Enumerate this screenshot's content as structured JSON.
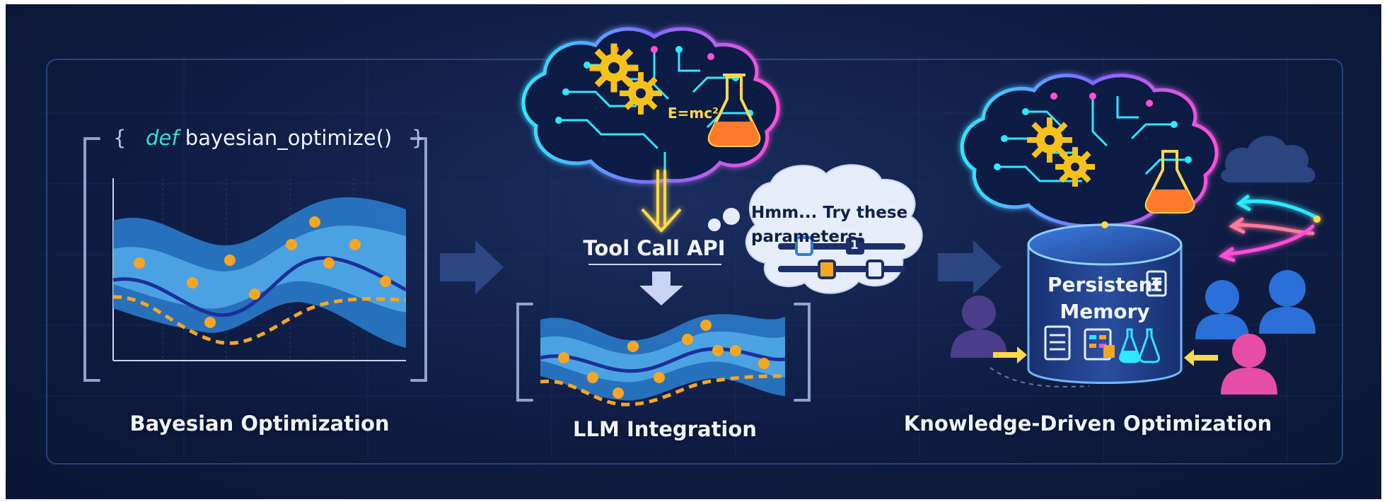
{
  "panels": {
    "left": {
      "code_keyword": "def",
      "code_text": "bayesian_optimize()",
      "brace_open": "{",
      "brace_close": "}",
      "caption": "Bayesian Optimization"
    },
    "middle": {
      "formula": "E=mc²",
      "tool_call_label": "Tool Call API",
      "caption": "LLM Integration",
      "thought_line1": "Hmm... Try these",
      "thought_line2": "parameters:",
      "slider_value": "1"
    },
    "right": {
      "memory_line1": "Persistent",
      "memory_line2": "Memory",
      "caption": "Knowledge-Driven Optimization"
    }
  },
  "colors": {
    "background": "#0f1d44",
    "curve_band": "#3aa0e8",
    "mean_line": "#1c2f9a",
    "dashed_line": "#f5a623",
    "points": "#f5a623",
    "brain_neon": "#ff4fd8",
    "brain_cyan": "#2ee8ff",
    "gear": "#f6c21a"
  },
  "icons": [
    "brain-circuit-icon",
    "gear-icon",
    "flask-icon",
    "thought-cloud-icon",
    "slider-icon",
    "database-icon",
    "document-icon",
    "user-icon",
    "cloud-icon"
  ]
}
